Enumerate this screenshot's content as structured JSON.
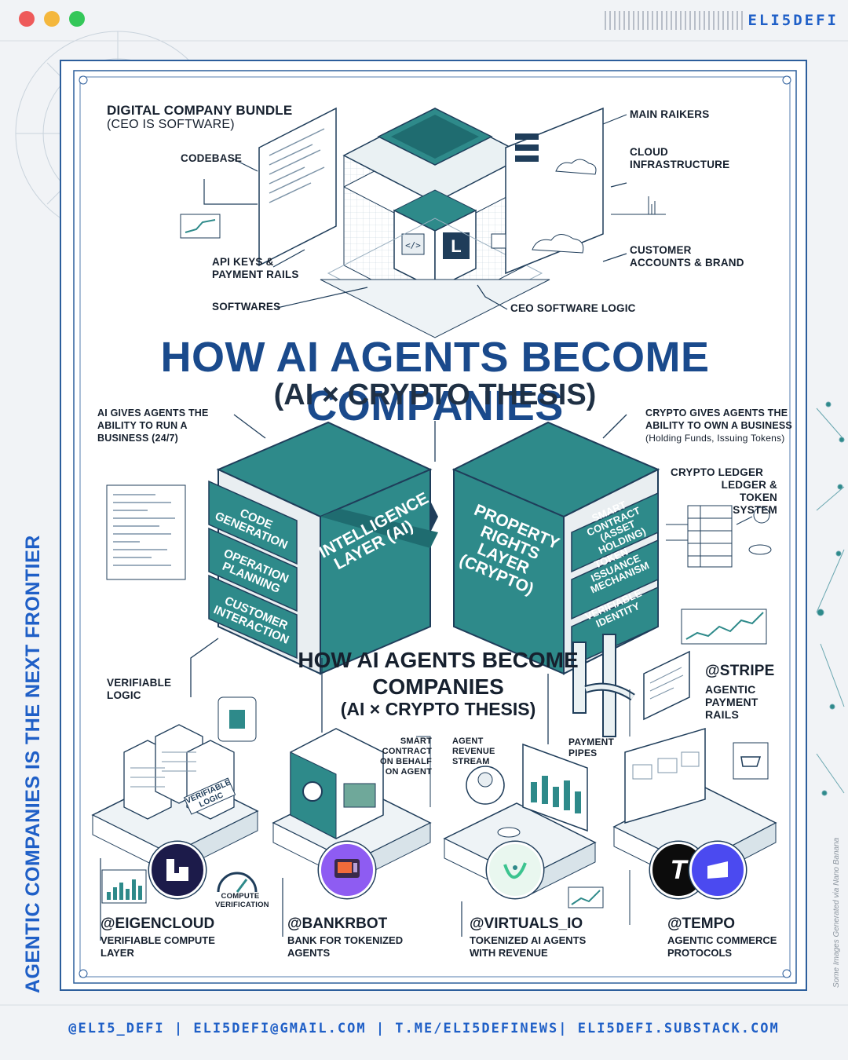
{
  "header": {
    "brand": "ELI5DEFI"
  },
  "side_title": "AGENTIC COMPANIES IS THE NEXT FRONTIER",
  "credit": "Some Images Generated via Nano Banana",
  "footer": "@ELI5_DEFI | ELI5DEFI@GMAIL.COM | T.ME/ELI5DEFINEWS| ELI5DEFI.SUBSTACK.COM",
  "bundle": {
    "title": "DIGITAL COMPANY BUNDLE",
    "subtitle": "(CEO IS SOFTWARE)",
    "codebase": "CODEBASE",
    "api_keys": "API KEYS & PAYMENT RAILS",
    "softwares": "SOFTWARES",
    "ceo_logic": "CEO SOFTWARE LOGIC",
    "main_raikers": "MAIN RAIKERS",
    "cloud": "CLOUD INFRASTRUCTURE",
    "customer": "CUSTOMER ACCOUNTS & BRAND"
  },
  "main_title": "HOW AI AGENTS BECOME COMPANIES",
  "main_subtitle": "(AI × CRYPTO THESIS)",
  "ai_caption": "AI GIVES AGENTS THE ABILITY TO RUN A BUSINESS (24/7)",
  "crypto_caption": "CRYPTO GIVES AGENTS THE ABILITY TO OWN A BUSINESS",
  "crypto_caption_sub": "(Holding Funds, Issuing Tokens)",
  "intelligence": {
    "layer": "INTELLIGENCE LAYER (AI)",
    "panels": [
      "CODE GENERATION",
      "OPERATION PLANNING",
      "CUSTOMER INTERACTION"
    ]
  },
  "property": {
    "layer": "PROPERTY RIGHTS LAYER (CRYPTO)",
    "panels": [
      "SMART CONTRACT (ASSET HOLDING)",
      "TOKEN ISSUANCE MECHANISM",
      "VERIFIABLE IDENTITY"
    ]
  },
  "ledger_label": "CRYPTO LEDGER",
  "ledger_label2": "LEDGER & TOKEN SYSTEM",
  "mid_title": "HOW AI AGENTS BECOME COMPANIES",
  "mid_subtitle": "(AI × CRYPTO THESIS)",
  "verifiable_logic": "VERIFIABLE LOGIC",
  "server_sign": "VERIFIABLE LOGIC",
  "smart_contract": "SMART CONTRACT ON BEHALF ON AGENT",
  "revenue_stream": "AGENT REVENUE STREAM",
  "payment_pipes": "PAYMENT PIPES",
  "stripe": {
    "name": "@STRIPE",
    "desc": "AGENTIC PAYMENT RAILS"
  },
  "compute_verification": "COMPUTE VERIFICATION",
  "companies": [
    {
      "name": "@EIGENCLOUD",
      "desc": "VERIFIABLE COMPUTE LAYER"
    },
    {
      "name": "@BANKRBOT",
      "desc": "BANK FOR TOKENIZED AGENTS"
    },
    {
      "name": "@VIRTUALS_IO",
      "desc": "TOKENIZED AI AGENTS WITH REVENUE"
    },
    {
      "name": "@TEMPO",
      "desc": "AGENTIC COMMERCE PROTOCOLS"
    }
  ],
  "logos": {
    "tempo_letter": "T"
  },
  "colors": {
    "accent": "#1f5fc7",
    "teal": "#2e8a8a",
    "navy": "#1a4a8c",
    "ink": "#16202e"
  }
}
